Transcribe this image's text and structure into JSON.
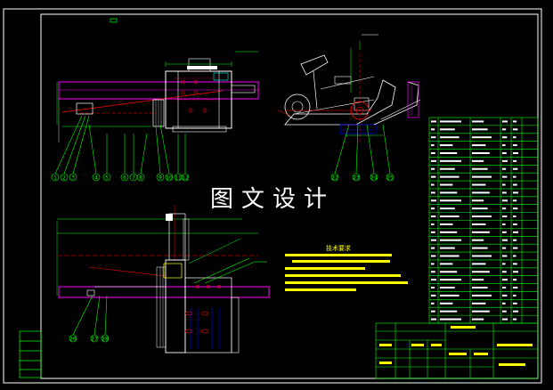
{
  "watermark": "图文设计",
  "notes_title": "技术要求",
  "balloons_bottom_left_view": [
    "1",
    "2",
    "3",
    "4",
    "5",
    "6",
    "7",
    "8",
    "9",
    "10",
    "11",
    "12"
  ],
  "balloons_bottom_right_view": [
    "22",
    "23",
    "24",
    "25"
  ],
  "balloons_lower_view": [
    "26",
    "27",
    "28"
  ],
  "bom_rows": 26,
  "colors": {
    "background": "#000000",
    "frame": "#ffffff",
    "table": "#00ff00",
    "part_outline": "#ffffff",
    "hidden": "#ff0000",
    "magenta": "#ff00ff",
    "blue": "#0000ff",
    "yellow": "#ffff00",
    "cyan": "#00ffff",
    "watermark": "#ffffff"
  }
}
